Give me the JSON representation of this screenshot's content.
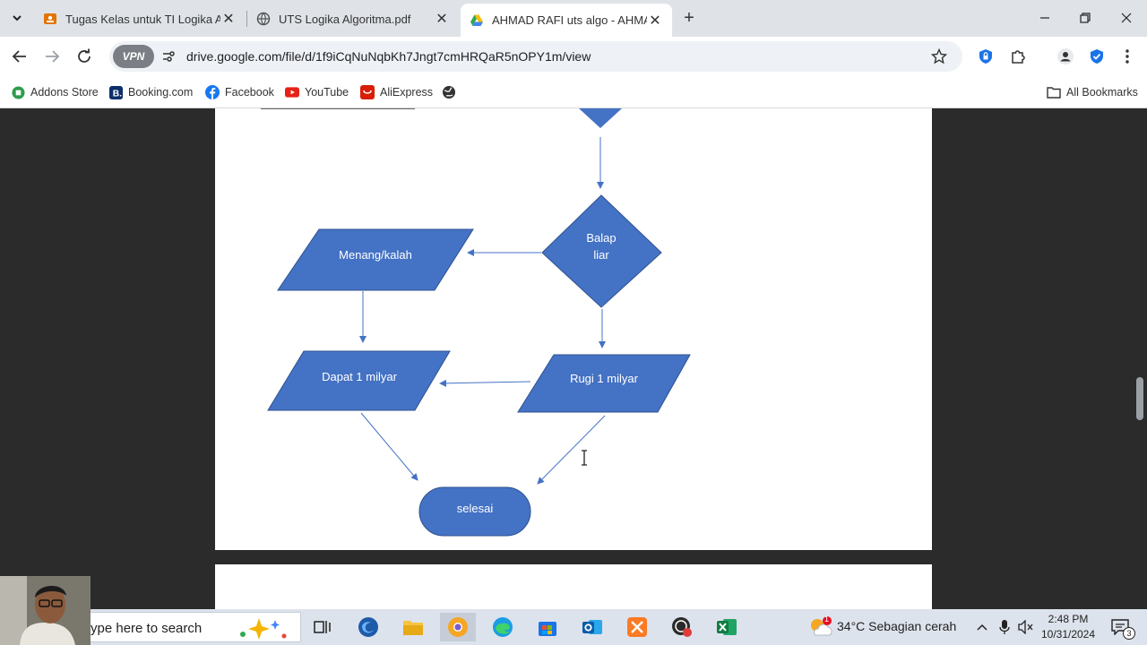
{
  "browser": {
    "tabs": [
      {
        "title": "Tugas Kelas untuk TI Logika Algo",
        "icon": "classroom-icon",
        "active": false
      },
      {
        "title": "UTS Logika Algoritma.pdf",
        "icon": "globe-icon",
        "active": false
      },
      {
        "title": "AHMAD RAFI uts algo - AHMAD",
        "icon": "google-drive-icon",
        "active": true
      }
    ],
    "vpn_label": "VPN",
    "url": "drive.google.com/file/d/1f9iCqNuNqbKh7Jngt7cmHRQaR5nOPY1m/view",
    "bookmarks": [
      {
        "label": "Addons Store",
        "icon": "addons-store-icon",
        "color": "#2e9c4b"
      },
      {
        "label": "Booking.com",
        "icon": "booking-icon",
        "color": "#0d2f6b"
      },
      {
        "label": "Facebook",
        "icon": "facebook-icon",
        "color": "#1877f2"
      },
      {
        "label": "YouTube",
        "icon": "youtube-icon",
        "color": "#e62117"
      },
      {
        "label": "AliExpress",
        "icon": "aliexpress-icon",
        "color": "#d81e06"
      }
    ],
    "all_bookmarks_label": "All Bookmarks"
  },
  "flowchart": {
    "shape_color": "#4472c4",
    "decision_label_line1": "Balap",
    "decision_label_line2": "liar",
    "io_menang": "Menang/kalah",
    "io_dapat": "Dapat 1 milyar",
    "io_rugi": "Rugi 1 milyar",
    "terminal": "selesai"
  },
  "taskbar": {
    "search_placeholder": "ype here to search",
    "weather": "34°C  Sebagian cerah",
    "time": "2:48 PM",
    "date": "10/31/2024",
    "notification_count": "3",
    "weather_badge": "1"
  }
}
